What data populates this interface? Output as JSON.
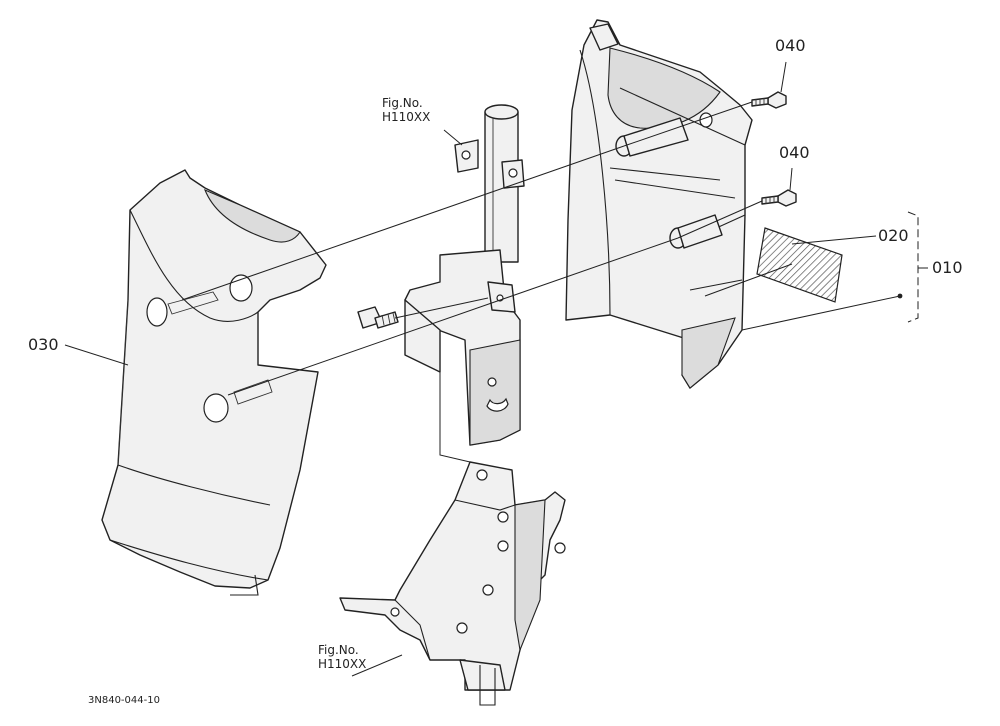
{
  "callouts": {
    "c030": "030",
    "c040a": "040",
    "c040b": "040",
    "c020": "020",
    "c010": "010"
  },
  "figrefs": {
    "top": {
      "line1": "Fig.No.",
      "line2": "H110XX"
    },
    "bottom": {
      "line1": "Fig.No.",
      "line2": "H110XX"
    }
  },
  "drawing_number": "3N840-044-10"
}
